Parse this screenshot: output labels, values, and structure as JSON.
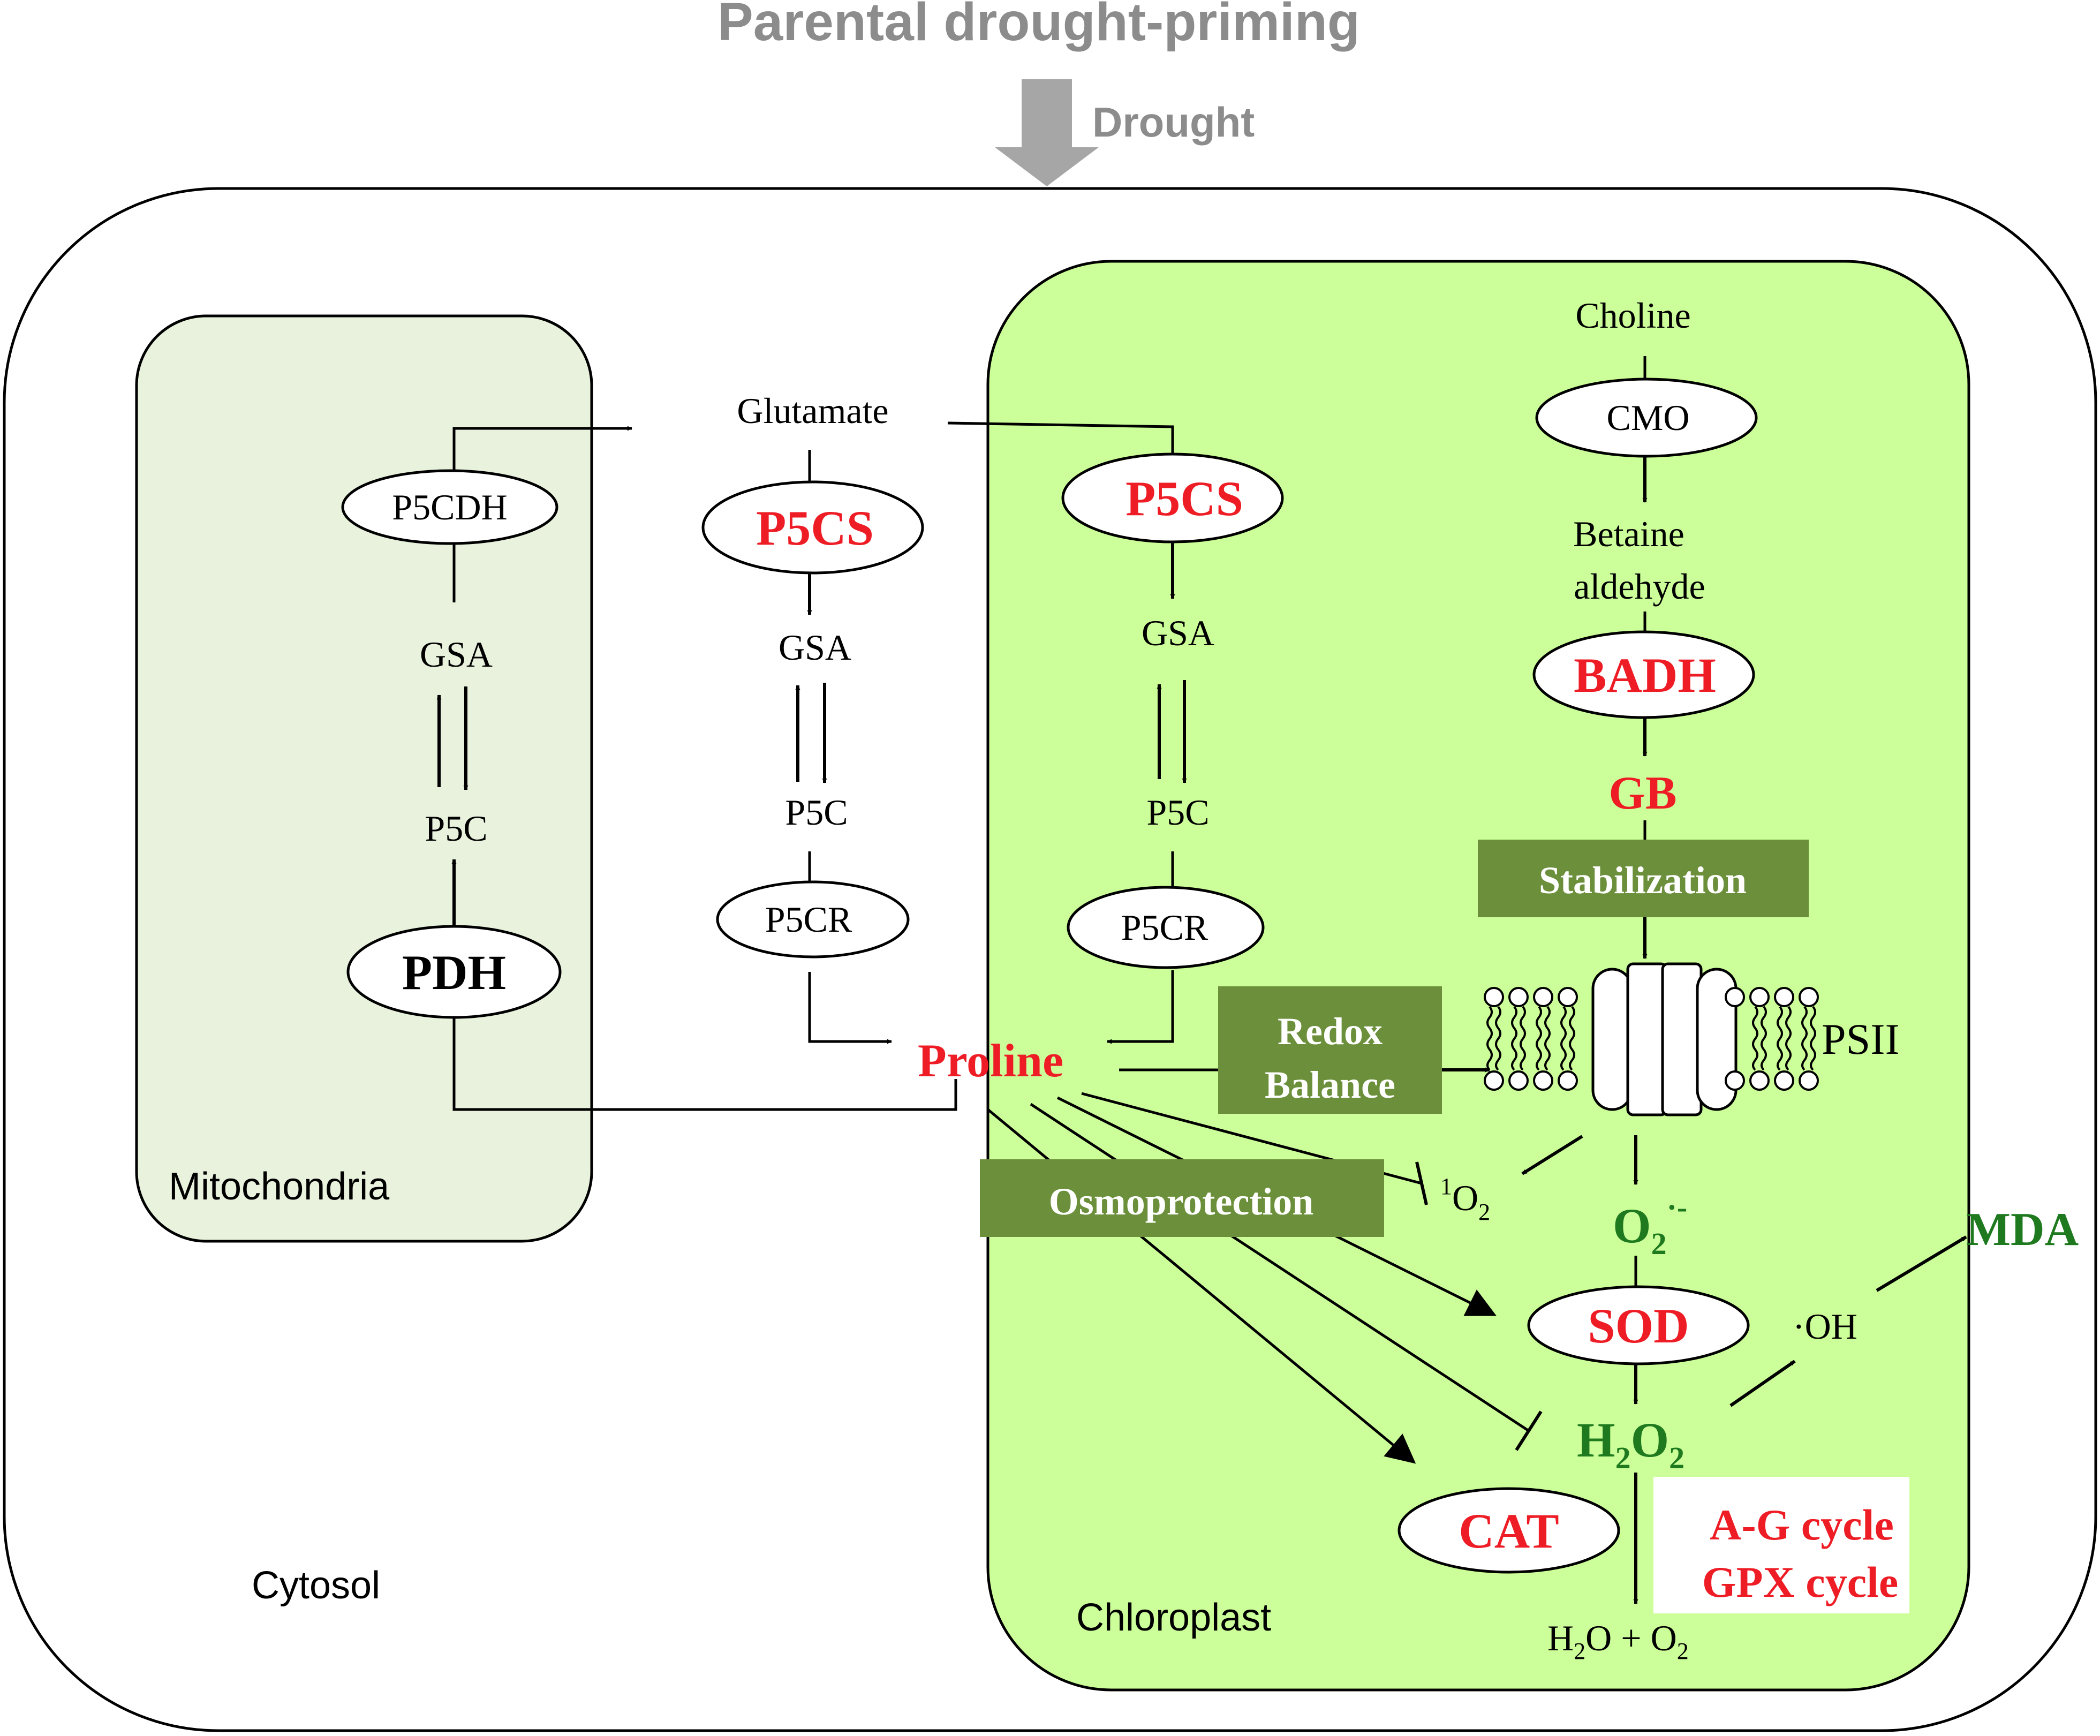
{
  "title": "Parental drought-priming",
  "drought_label": "Drought",
  "compartments": {
    "mitochondria": "Mitochondria",
    "cytosol": "Cytosol",
    "chloroplast": "Chloroplast"
  },
  "mito": {
    "p5cdh": "P5CDH",
    "gsa": "GSA",
    "p5c": "P5C",
    "pdh": "PDH"
  },
  "cyto": {
    "glutamate": "Glutamate",
    "p5cs": "P5CS",
    "gsa": "GSA",
    "p5c": "P5C",
    "p5cr": "P5CR",
    "proline": "Proline"
  },
  "chloro": {
    "p5cs": "P5CS",
    "gsa": "GSA",
    "p5c": "P5C",
    "p5cr": "P5CR",
    "choline": "Choline",
    "cmo": "CMO",
    "betaine_line1": "Betaine",
    "betaine_line2": "aldehyde",
    "badh": "BADH",
    "gb": "GB",
    "stabilization": "Stabilization",
    "psii": "PSII",
    "redox_line1": "Redox",
    "redox_line2": "Balance",
    "osmoprotection": "Osmoprotection",
    "singlet_sup": "1",
    "singlet_main": "O",
    "singlet_sub": "2",
    "o2_main": "O",
    "o2_sub": "2",
    "o2_sup": "·-",
    "mda": "MDA",
    "sod": "SOD",
    "oh": "·OH",
    "h2o2_h": "H",
    "h2o2_sub1": "2",
    "h2o2_o": "O",
    "h2o2_sub2": "2",
    "cat": "CAT",
    "ag_cycle": "A-G cycle",
    "gpx_cycle": "GPX cycle",
    "water_h": "H",
    "water_sub1": "2",
    "water_mid": "O + O",
    "water_sub2": "2"
  },
  "colors": {
    "highlight_red": "#ee1c25",
    "ros_green": "#1f7a1f",
    "box_green": "#6b8f3a",
    "chloroplast_fill": "#ccff99",
    "mito_fill": "#e8f2dc",
    "drought_gray": "#8c8c8c"
  }
}
